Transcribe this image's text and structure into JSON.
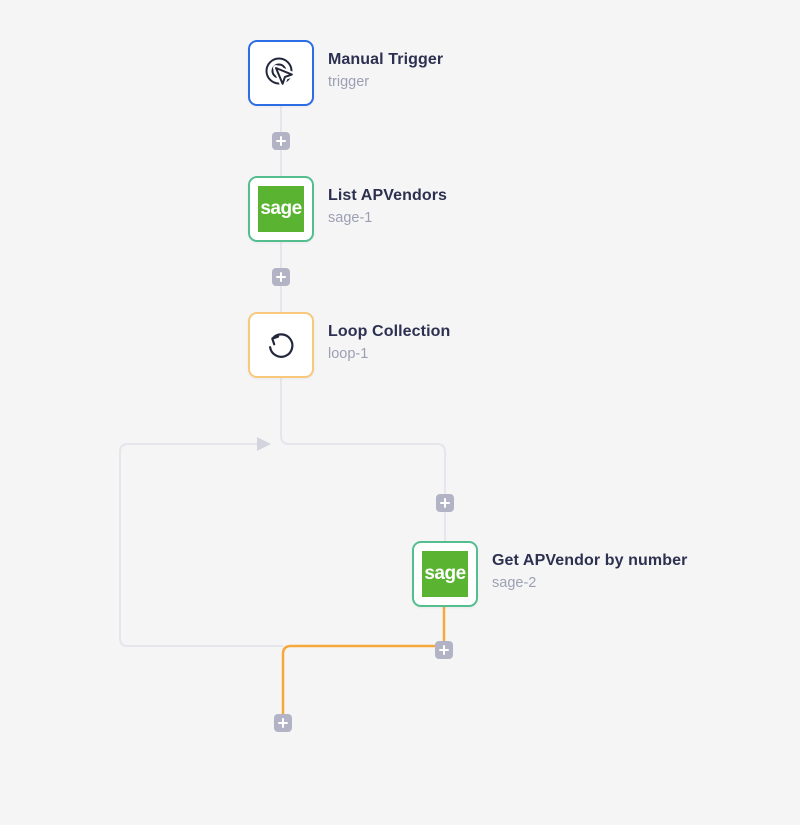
{
  "workflow": {
    "background_color": "#f5f5f6",
    "connector_color": "#e5e5eb",
    "loop_branch_color": "#f6a93b",
    "add_button_color": "#b2b4c5",
    "title_color": "#2d3150",
    "subtitle_color": "#9da0b4",
    "nodes": [
      {
        "title": "Manual Trigger",
        "subtitle": "trigger",
        "accent_color": "#2c6ce5",
        "icon": "manual-trigger-click-icon"
      },
      {
        "title": "List APVendors",
        "subtitle": "sage-1",
        "accent_color": "#54be8e",
        "icon": "sage-logo",
        "logo_text": "sage",
        "logo_color": "#5bb431"
      },
      {
        "title": "Loop Collection",
        "subtitle": "loop-1",
        "accent_color": "#f8c87d",
        "icon": "loop-arrow-icon"
      },
      {
        "title": "Get APVendor by number",
        "subtitle": "sage-2",
        "accent_color": "#54be8e",
        "icon": "sage-logo",
        "logo_text": "sage",
        "logo_color": "#5bb431"
      }
    ],
    "add_step_button_count": 5,
    "loop_return_arrow": "right-arrowhead"
  }
}
